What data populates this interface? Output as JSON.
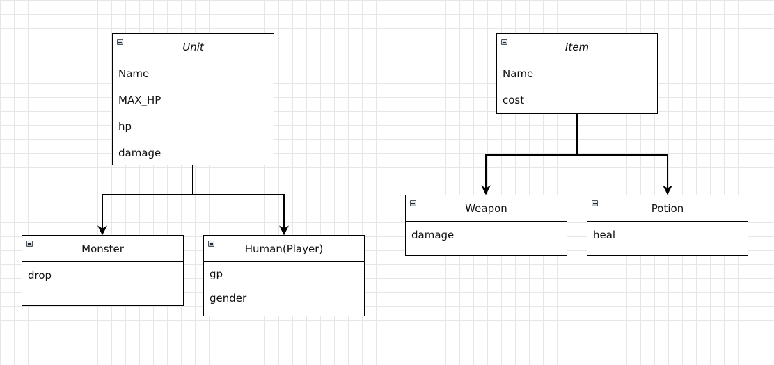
{
  "diagram": {
    "classes": [
      {
        "id": "unit",
        "title": "Unit",
        "abstract": true,
        "attributes": [
          "Name",
          "MAX_HP",
          "hp",
          "damage"
        ]
      },
      {
        "id": "monster",
        "title": "Monster",
        "abstract": false,
        "attributes": [
          "drop"
        ]
      },
      {
        "id": "human",
        "title": "Human(Player)",
        "abstract": false,
        "attributes": [
          "gp",
          "gender"
        ]
      },
      {
        "id": "item",
        "title": "Item",
        "abstract": true,
        "attributes": [
          "Name",
          "cost"
        ]
      },
      {
        "id": "weapon",
        "title": "Weapon",
        "abstract": false,
        "attributes": [
          "damage"
        ]
      },
      {
        "id": "potion",
        "title": "Potion",
        "abstract": false,
        "attributes": [
          "heal"
        ]
      }
    ],
    "relations": [
      {
        "from": "unit",
        "to": "monster",
        "type": "inheritance"
      },
      {
        "from": "unit",
        "to": "human",
        "type": "inheritance"
      },
      {
        "from": "item",
        "to": "weapon",
        "type": "inheritance"
      },
      {
        "from": "item",
        "to": "potion",
        "type": "inheritance"
      }
    ],
    "icons": {
      "collapse": "collapse-minus-icon"
    },
    "colors": {
      "line": "#000000",
      "grid": "#e6e6e6",
      "background": "#ffffff"
    }
  }
}
